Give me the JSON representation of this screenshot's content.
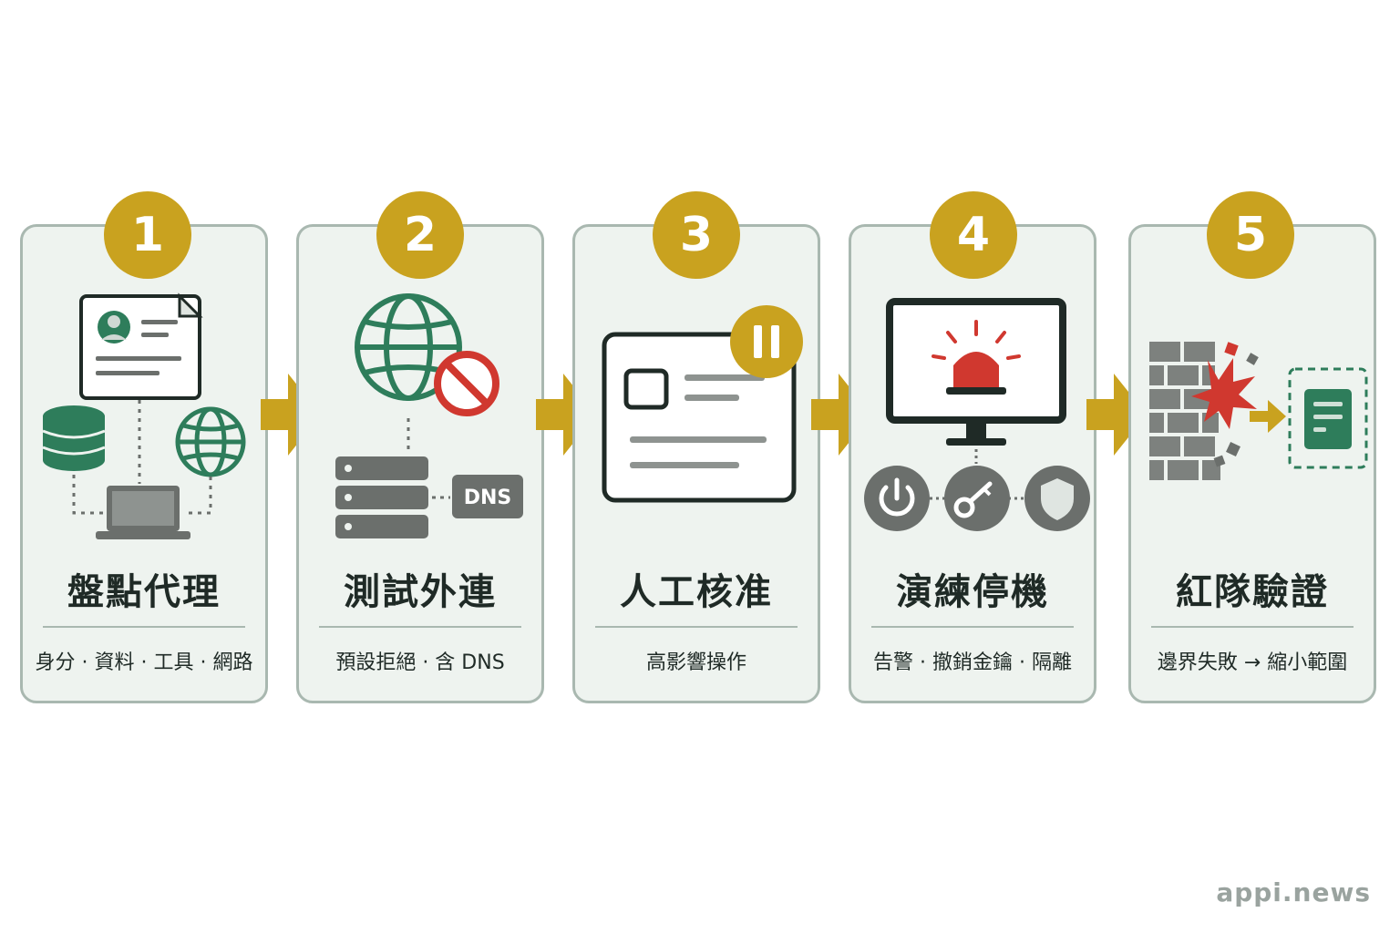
{
  "steps": [
    {
      "number": "1",
      "title": "盤點代理",
      "subtitle": "身分 · 資料 · 工具 · 網路"
    },
    {
      "number": "2",
      "title": "測試外連",
      "subtitle": "預設拒絕 · 含 DNS",
      "dns_tag": "DNS"
    },
    {
      "number": "3",
      "title": "人工核准",
      "subtitle": "高影響操作"
    },
    {
      "number": "4",
      "title": "演練停機",
      "subtitle": "告警 · 撤銷金鑰 · 隔離"
    },
    {
      "number": "5",
      "title": "紅隊驗證",
      "subtitle": "邊界失敗 → 縮小範圍"
    }
  ],
  "brand": "appi.news",
  "colors": {
    "accent_gold": "#c9a21f",
    "green": "#2e7d5b",
    "gray": "#6b6f6c",
    "red": "#d0382f",
    "card_bg": "#eef3ef",
    "card_border": "#a9b8b0"
  },
  "icons": [
    [
      "document-profile-icon",
      "database-icon",
      "globe-icon",
      "laptop-icon"
    ],
    [
      "globe-icon",
      "block-icon",
      "server-stack-icon",
      "dns-tag"
    ],
    [
      "approval-card-icon",
      "pause-icon"
    ],
    [
      "monitor-alarm-icon",
      "power-icon",
      "key-icon",
      "shield-icon"
    ],
    [
      "brick-wall-icon",
      "explosion-icon",
      "arrow-right-icon",
      "isolated-server-icon"
    ]
  ]
}
